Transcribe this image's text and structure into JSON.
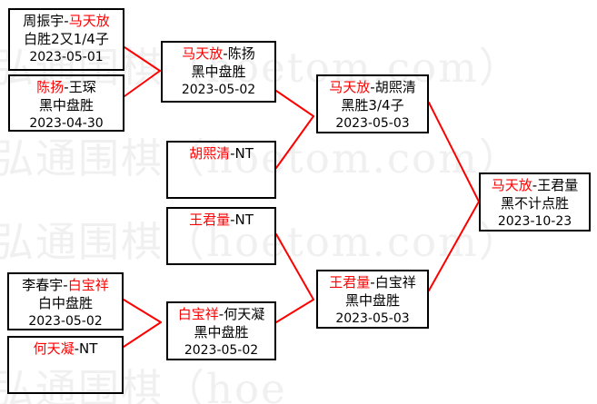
{
  "diagram": {
    "title": "围棋比赛对阵表",
    "type": "single-elimination-bracket",
    "line_color": "#ff0000",
    "box_border_color": "#000000",
    "winner_color": "#ff0000",
    "loser_color": "#000000"
  },
  "watermark": {
    "text": "弘通围棋（hoetom.com）",
    "rows": [
      "弘通围棋（hoetom.com）",
      "弘通围棋（hoetom.com）",
      "弘通围棋（hoetom.com）",
      "弘通围棋（hoe"
    ]
  },
  "nodes": [
    {
      "id": "r1m1",
      "winner": "周振宇",
      "winner_is_red": false,
      "sep": "-",
      "opponent": "马天放",
      "opponent_is_red": true,
      "result": "白胜2又1/4子",
      "date": "2023-05-01"
    },
    {
      "id": "r1m2",
      "winner": "陈扬",
      "winner_is_red": true,
      "sep": "-",
      "opponent": "王琛",
      "opponent_is_red": false,
      "result": "黑中盘胜",
      "date": "2023-04-30"
    },
    {
      "id": "r2m1",
      "winner": "马天放",
      "winner_is_red": true,
      "sep": "-",
      "opponent": "陈扬",
      "opponent_is_red": false,
      "result": "黑中盘胜",
      "date": "2023-05-02"
    },
    {
      "id": "r2m2",
      "winner": "胡煕清",
      "winner_is_red": true,
      "sep": "-",
      "opponent": "NT",
      "opponent_is_red": false,
      "result": "",
      "date": ""
    },
    {
      "id": "r2m3",
      "winner": "王君量",
      "winner_is_red": true,
      "sep": "-",
      "opponent": "NT",
      "opponent_is_red": false,
      "result": "",
      "date": ""
    },
    {
      "id": "r2m4",
      "winner": "白宝祥",
      "winner_is_red": true,
      "sep": "-",
      "opponent": "何天凝",
      "opponent_is_red": false,
      "result": "黑中盘胜",
      "date": "2023-05-02"
    },
    {
      "id": "r3m1",
      "winner": "马天放",
      "winner_is_red": true,
      "sep": "-",
      "opponent": "胡煕清",
      "opponent_is_red": false,
      "result": "黑胜3/4子",
      "date": "2023-05-03"
    },
    {
      "id": "r3m2",
      "winner": "王君量",
      "winner_is_red": true,
      "sep": "-",
      "opponent": "白宝祥",
      "opponent_is_red": false,
      "result": "黑中盘胜",
      "date": "2023-05-03"
    },
    {
      "id": "r1b1",
      "winner": "李春宇",
      "winner_is_red": false,
      "sep": "-",
      "opponent": "白宝祥",
      "opponent_is_red": true,
      "result": "白中盘胜",
      "date": "2023-05-02"
    },
    {
      "id": "r1b2",
      "winner": "何天凝",
      "winner_is_red": true,
      "sep": "-",
      "opponent": "NT",
      "opponent_is_red": false,
      "result": "",
      "date": ""
    },
    {
      "id": "final",
      "winner": "马天放",
      "winner_is_red": true,
      "sep": "-",
      "opponent": "王君量",
      "opponent_is_red": false,
      "result": "黑不计点胜",
      "date": "2023-10-23"
    }
  ]
}
